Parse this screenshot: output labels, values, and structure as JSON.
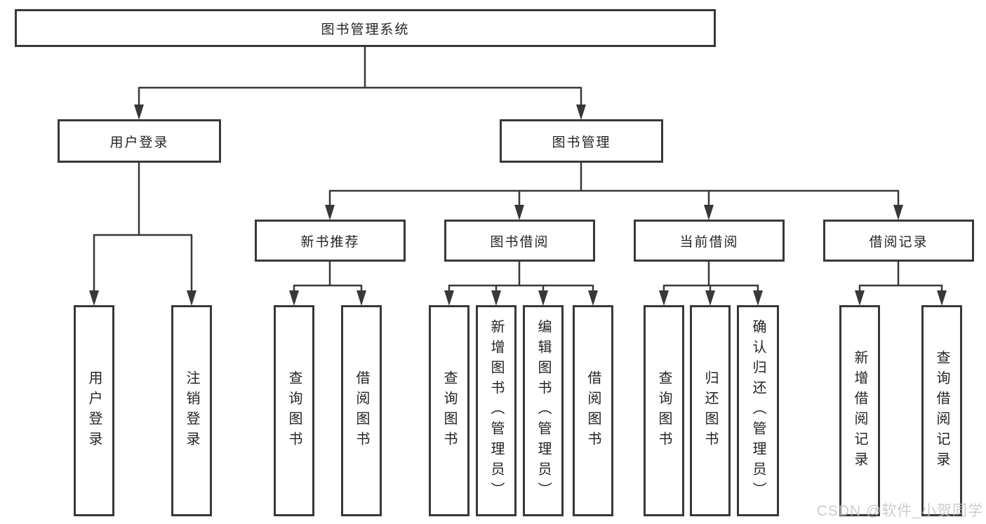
{
  "diagram": {
    "title": "图书管理系统",
    "type": "hierarchy-tree",
    "root": {
      "label": "图书管理系统"
    },
    "level2": [
      {
        "label": "用户登录",
        "parent": "图书管理系统"
      },
      {
        "label": "图书管理",
        "parent": "图书管理系统"
      }
    ],
    "level3": [
      {
        "label": "新书推荐",
        "parent": "图书管理"
      },
      {
        "label": "图书借阅",
        "parent": "图书管理"
      },
      {
        "label": "当前借阅",
        "parent": "图书管理"
      },
      {
        "label": "借阅记录",
        "parent": "图书管理"
      }
    ],
    "leaves": [
      {
        "label": "用户登录",
        "parent": "用户登录"
      },
      {
        "label": "注销登录",
        "parent": "用户登录"
      },
      {
        "label": "查询图书",
        "parent": "新书推荐"
      },
      {
        "label": "借阅图书",
        "parent": "新书推荐"
      },
      {
        "label": "查询图书",
        "parent": "图书借阅"
      },
      {
        "label": "新增图书（管理员）",
        "parent": "图书借阅"
      },
      {
        "label": "编辑图书（管理员）",
        "parent": "图书借阅"
      },
      {
        "label": "借阅图书",
        "parent": "图书借阅"
      },
      {
        "label": "查询图书",
        "parent": "当前借阅"
      },
      {
        "label": "归还图书",
        "parent": "当前借阅"
      },
      {
        "label": "确认归还（管理员）",
        "parent": "当前借阅"
      },
      {
        "label": "新增借阅记录",
        "parent": "借阅记录"
      },
      {
        "label": "查询借阅记录",
        "parent": "借阅记录"
      }
    ]
  },
  "watermark": {
    "text": "CSDN @软件_小贺同学",
    "color": "#c4c4c4"
  },
  "colors": {
    "line": "#383838",
    "box_border": "#383838",
    "text": "#242424",
    "background": "#ffffff"
  }
}
